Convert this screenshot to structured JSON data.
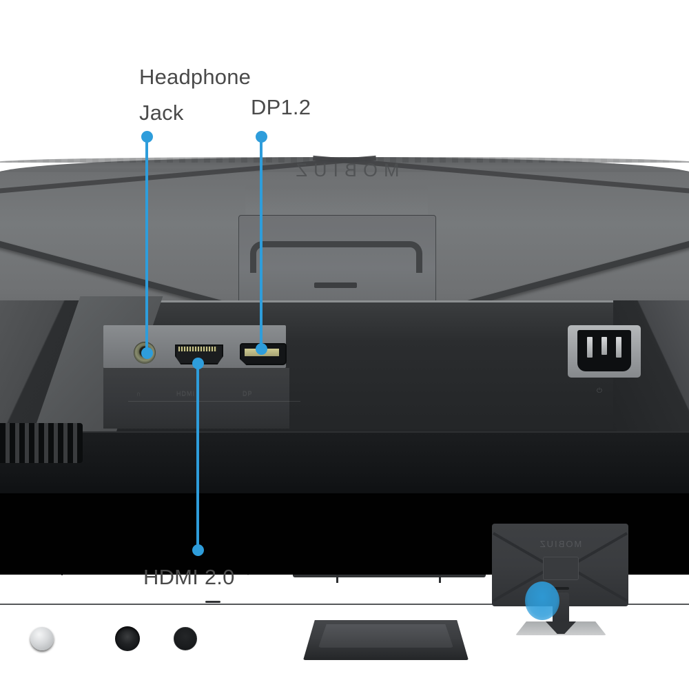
{
  "image": {
    "title": "Monitor rear port callout diagram",
    "background_color": "#ffffff",
    "accent_color": "#2e9ddb",
    "label_color": "#4a4a4a",
    "band_color": "#010101"
  },
  "callouts": [
    {
      "id": "headphone-jack",
      "label": "Headphone\nJack",
      "label_line_1": "Headphone",
      "label_line_2": "Jack",
      "marker_color": "#2e9ddb",
      "anchor": "headphone-jack-port"
    },
    {
      "id": "dp",
      "label": "DP1.2",
      "marker_color": "#2e9ddb",
      "anchor": "displayport-port"
    },
    {
      "id": "hdmi",
      "label": "HDMI 2.0",
      "marker_color": "#2e9ddb",
      "anchor": "hdmi-port"
    }
  ],
  "product": {
    "brand_logo": "MOBIUZ",
    "port_legends": {
      "headphone": "∩",
      "hdmi": "HDMI",
      "displayport": "DP"
    },
    "power_legend": "⏻"
  },
  "thumbnail": {
    "brand_logo": "MOBIUZ",
    "highlight_color": "#2e9ddb"
  }
}
